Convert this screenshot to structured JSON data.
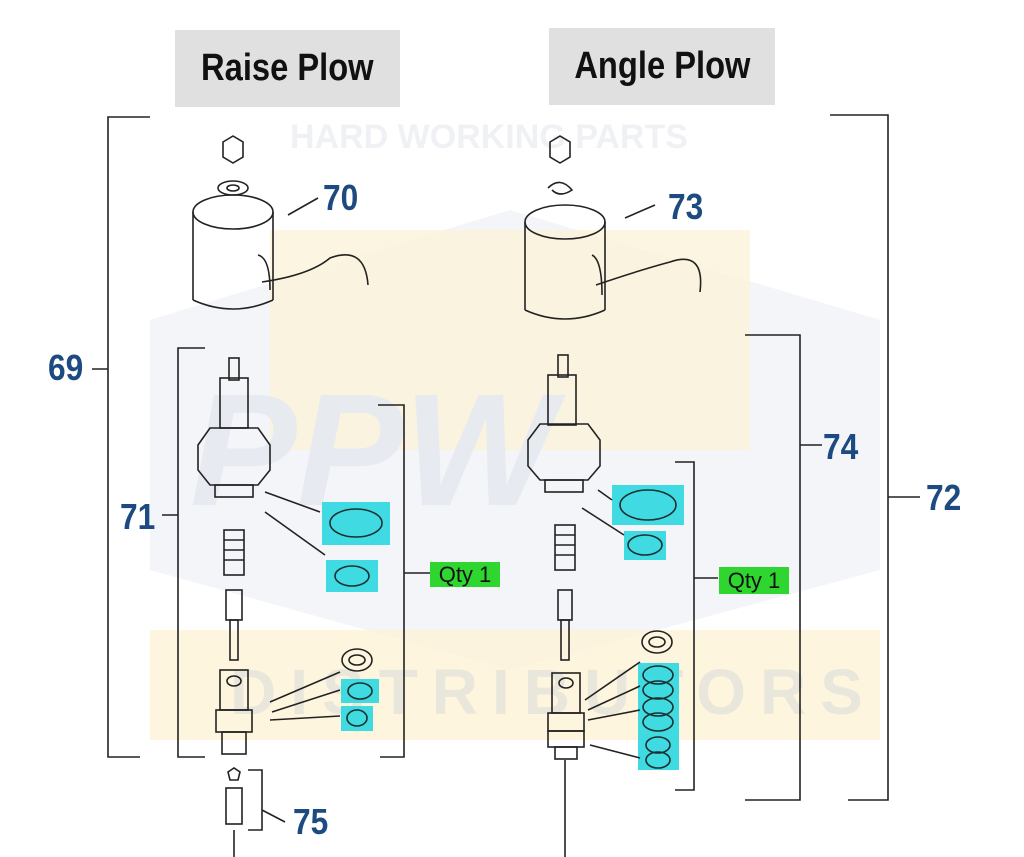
{
  "watermark": {
    "arc_text": "HARD WORKING PARTS",
    "logo_text": "PPW",
    "sub_text": "DISTRIBUTORS"
  },
  "headers": {
    "raise": "Raise Plow",
    "angle": "Angle Plow"
  },
  "callouts": {
    "c69": "69",
    "c70": "70",
    "c71": "71",
    "c72": "72",
    "c73": "73",
    "c74": "74",
    "c75": "75"
  },
  "qty_labels": {
    "raise": "Qty 1",
    "angle": "Qty 1"
  },
  "colors": {
    "callout": "#1d4a80",
    "highlight": "#36d8e0",
    "qty_bg": "#2fd62f"
  }
}
